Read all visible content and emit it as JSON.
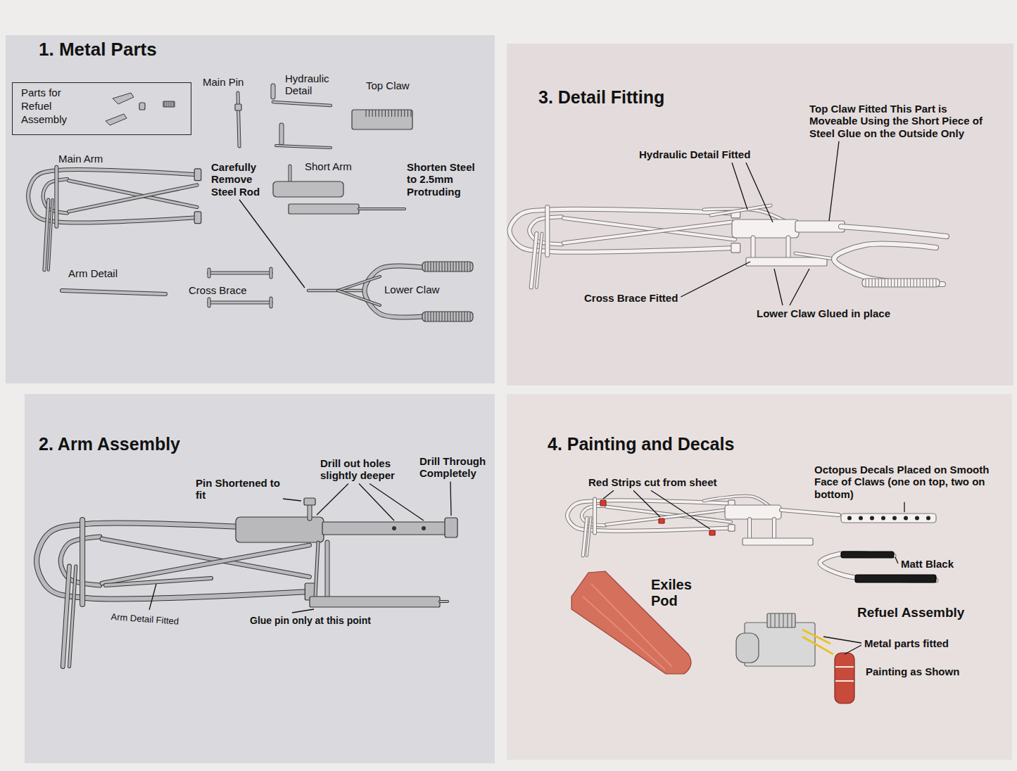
{
  "diagram": {
    "nodes": [
      {
        "text": [
          "1. Metal Parts"
        ]
      },
      {
        "text": [
          "Parts for Refuel Assembly"
        ],
        "in": 0
      },
      {
        "text": [
          "3. Detail Fitting"
        ]
      },
      {
        "text": [
          "2. Arm Assembly"
        ]
      },
      {
        "text": [
          "4. Painting and Decals"
        ]
      }
    ],
    "labels": [
      "Main Pin",
      "Hydraulic Detail",
      "Top Claw",
      "Main Arm",
      "Carefully Remove Steel Rod",
      "Short Arm",
      "Shorten Steel to 2.5mm Protruding",
      "Arm Detail",
      "Cross Brace",
      "Lower Claw",
      "Hydraulic Detail Fitted",
      "Top Claw Fitted This Part is Moveable Using the Short Piece of Steel Glue on the Outside Only",
      "Cross Brace Fitted",
      "Lower Claw Glued in place",
      "Pin Shortened to fit",
      "Drill out holes slightly deeper",
      "Drill Through Completely",
      "Arm Detail Fitted",
      "Glue pin only at this point",
      "Red Strips cut from sheet",
      "Octopus Decals Placed on Smooth Face of Claws (one on top, two on bottom)",
      "Matt Black",
      "Exiles Pod",
      "Refuel Assembly",
      "Metal parts fitted",
      "Painting as Shown"
    ]
  }
}
